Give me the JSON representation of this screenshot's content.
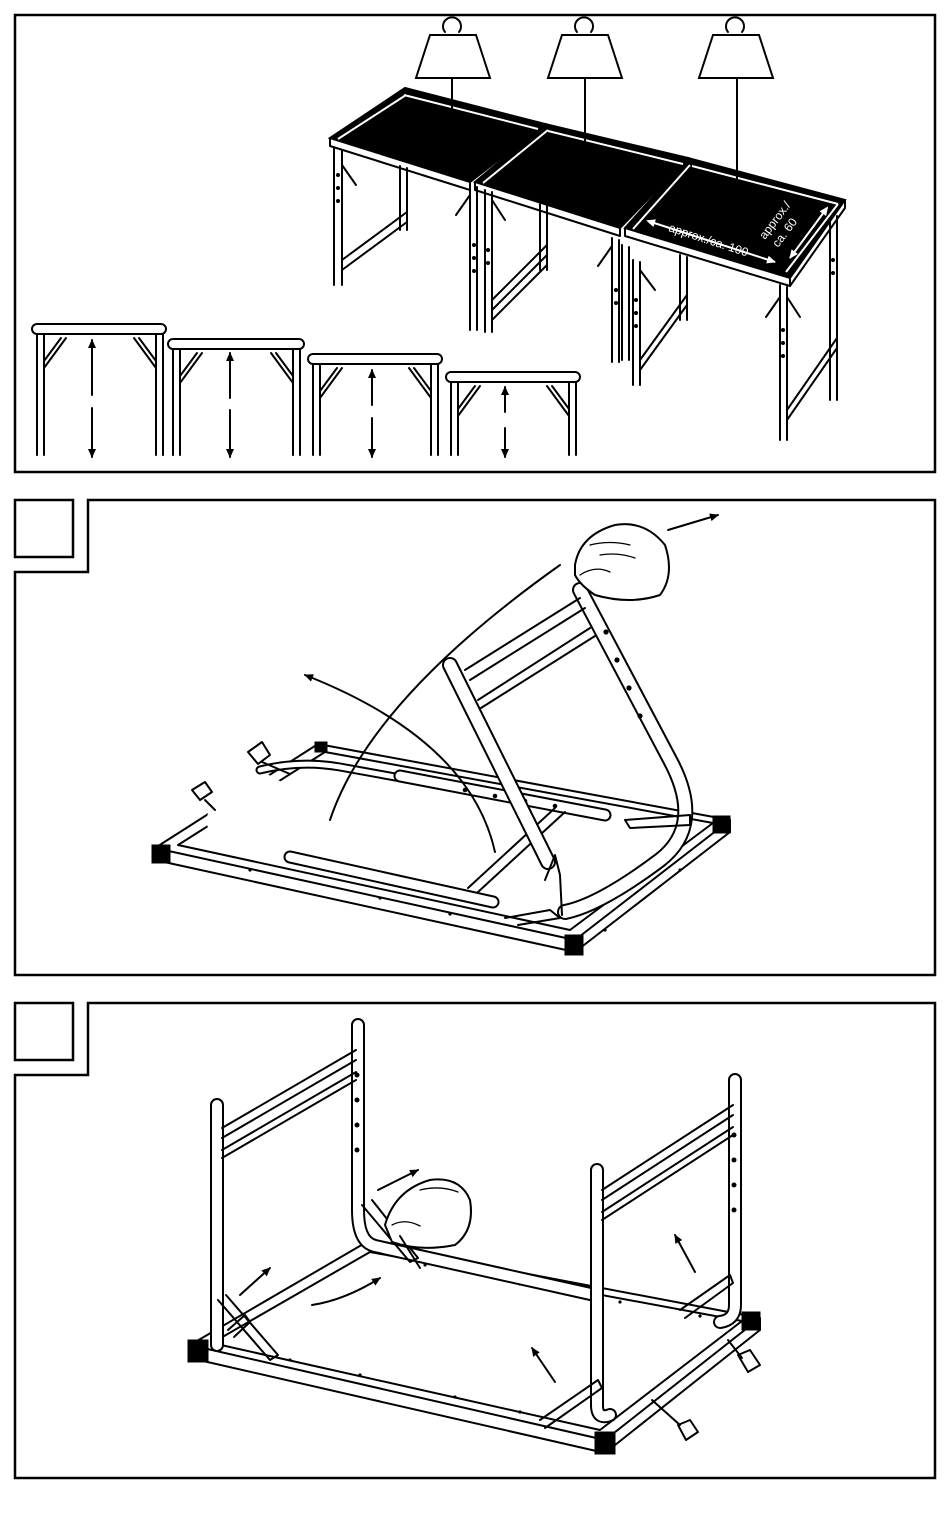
{
  "panel1": {
    "dim_length": "approx./ca. 100",
    "dim_width_line1": "approx./",
    "dim_width_line2": "ca. 60"
  },
  "panel2": {},
  "panel3": {}
}
